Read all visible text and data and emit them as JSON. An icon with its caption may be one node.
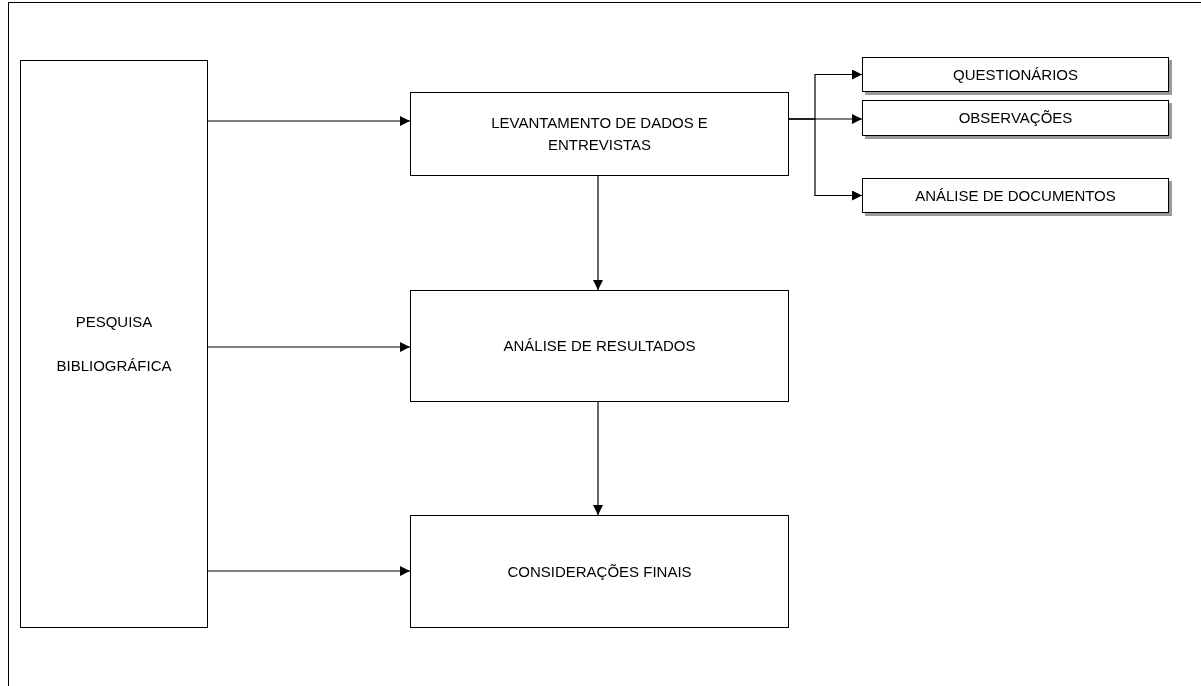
{
  "diagram": {
    "nodes": [
      {
        "text": [
          "PESQUISA BIBLIOGRÁFICA"
        ]
      },
      {
        "text": [
          "LEVANTAMENTO DE DADOS E ENTREVISTAS"
        ]
      },
      {
        "text": [
          "QUESTIONÁRIOS"
        ]
      },
      {
        "text": [
          "OBSERVAÇÕES"
        ]
      },
      {
        "text": [
          "ANÁLISE DE DOCUMENTOS"
        ]
      },
      {
        "text": [
          "ANÁLISE DE RESULTADOS"
        ]
      },
      {
        "text": [
          "CONSIDERAÇÕES FINAIS"
        ]
      }
    ],
    "edges": [
      {
        "from": 0,
        "to": 1,
        "arrow": "to"
      },
      {
        "from": 1,
        "to": 2,
        "arrow": "to"
      },
      {
        "from": 1,
        "to": 3,
        "arrow": "to"
      },
      {
        "from": 1,
        "to": 4,
        "arrow": "to"
      },
      {
        "from": 0,
        "to": 5,
        "arrow": "to"
      },
      {
        "from": 1,
        "to": 5,
        "arrow": "to"
      },
      {
        "from": 0,
        "to": 6,
        "arrow": "to"
      },
      {
        "from": 5,
        "to": 6,
        "arrow": "to"
      }
    ]
  }
}
